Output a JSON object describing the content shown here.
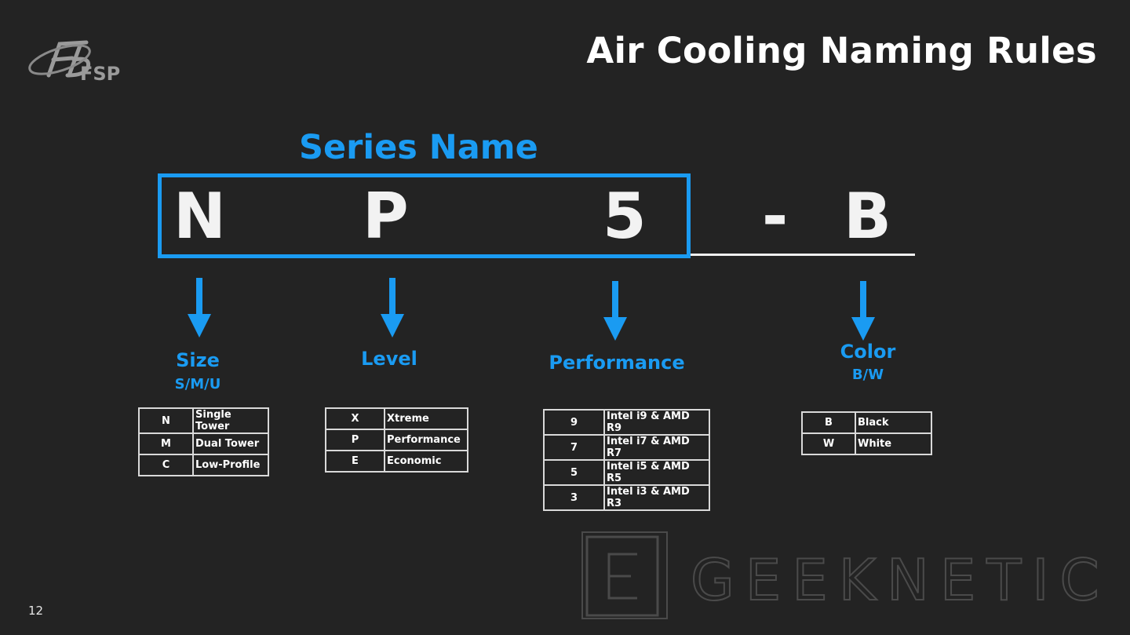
{
  "logo": {
    "text": "FSP",
    "icon": "fsp-logo"
  },
  "title": "Air Cooling Naming Rules",
  "series_label": "Series Name",
  "code": {
    "size": "N",
    "level": "P",
    "performance": "5",
    "dash": "-",
    "color": "B"
  },
  "categories": {
    "size": {
      "label": "Size",
      "sub": "S/M/U"
    },
    "level": {
      "label": "Level"
    },
    "performance": {
      "label": "Performance"
    },
    "color": {
      "label": "Color",
      "sub": "B/W"
    }
  },
  "tables": {
    "size": [
      {
        "code": "N",
        "desc": "Single Tower"
      },
      {
        "code": "M",
        "desc": "Dual Tower"
      },
      {
        "code": "C",
        "desc": "Low-Profile"
      }
    ],
    "level": [
      {
        "code": "X",
        "desc": "Xtreme"
      },
      {
        "code": "P",
        "desc": "Performance"
      },
      {
        "code": "E",
        "desc": "Economic"
      }
    ],
    "performance": [
      {
        "code": "9",
        "desc": "Intel i9 & AMD R9"
      },
      {
        "code": "7",
        "desc": "Intel i7 & AMD R7"
      },
      {
        "code": "5",
        "desc": "Intel i5 & AMD R5"
      },
      {
        "code": "3",
        "desc": "Intel i3 & AMD R3"
      }
    ],
    "color": [
      {
        "code": "B",
        "desc": "Black"
      },
      {
        "code": "W",
        "desc": "White"
      }
    ]
  },
  "watermark": {
    "text": "GEEKNETIC",
    "icon": "geeknetic-logo"
  },
  "page_number": "12",
  "colors": {
    "accent": "#1a9bf2",
    "background": "#232323",
    "text": "#ffffff"
  }
}
